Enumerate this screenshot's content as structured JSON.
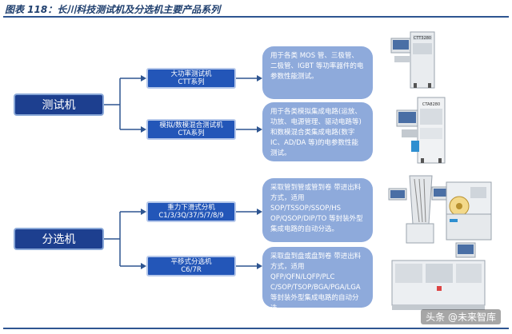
{
  "title": "图表 118：长川科技测试机及分选机主要产品系列",
  "categories": [
    {
      "label": "测试机"
    },
    {
      "label": "分选机"
    }
  ],
  "products": [
    {
      "name": "大功率测试机",
      "series": "CTT系列"
    },
    {
      "name": "模拟/数模混合测试机",
      "series": "CTA系列"
    },
    {
      "name": "重力下滑式分机",
      "series": "C1/3/3Q/37/5/7/8/9"
    },
    {
      "name": "平移式分选机",
      "series": "C6/7R"
    }
  ],
  "descriptions": [
    {
      "text": "用于各类 MOS 管、三极管、二极管、IGBT 等功率器件的电参数性能测试。"
    },
    {
      "text": "用于各类模拟集成电路(运放、功放、电源管理、驱动电路等)和数模混合类集成电路(数字 IC、AD/DA 等)的电参数性能测试。"
    },
    {
      "text": "采取管到管或管到卷 带进出料方式，适用 SOP/TSSOP/SSOP/HS OP/QSOP/DIP/TO 等封装外型集成电路的自动分选。"
    },
    {
      "text": "采取盘到盘或盘到卷 带进出料方式，适用 QFP/QFN/LQFP/PLC C/SOP/TSOP/BGA/PGA/LGA等封装外型集成电路的自动分选。"
    }
  ],
  "machine_labels": {
    "ctt": "CTT3280",
    "cta": "CTA8280"
  },
  "watermark": "头条 @未来智库",
  "colors": {
    "category_fill": "#1d3f8f",
    "product_fill": "#2356b8",
    "description_fill": "#8eaadb",
    "connector": "#2e5591"
  }
}
